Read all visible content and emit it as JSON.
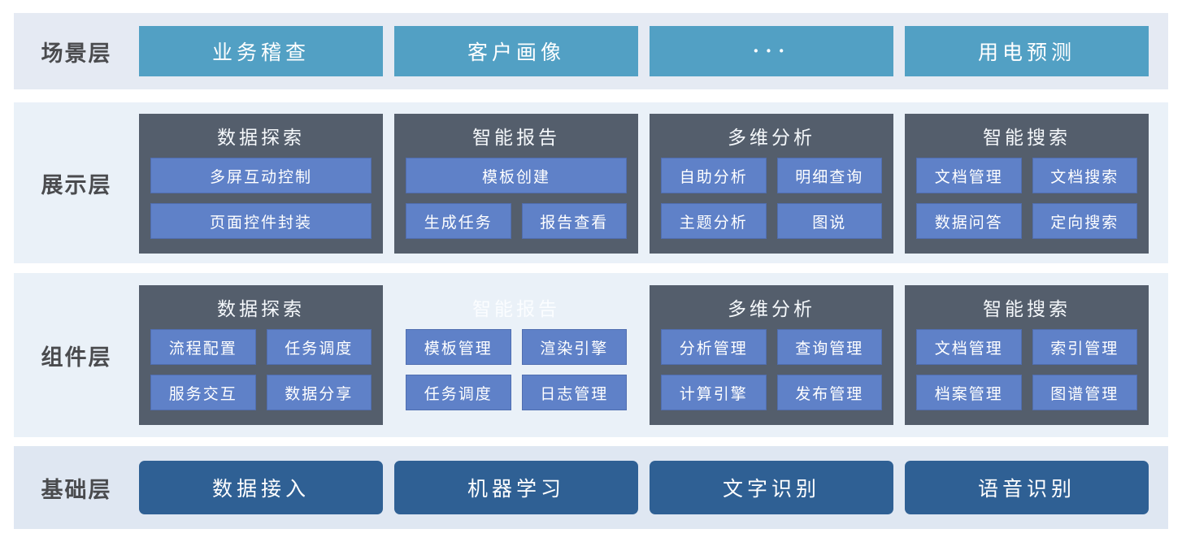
{
  "palette": {
    "band_scenario_bg": "#e5eaf3",
    "band_middle_bg": "#eaf1f8",
    "band_foundation_bg": "#dfe7f2",
    "scenario_box": "#52a0c4",
    "group_container": "#545e6c",
    "module_item": "#5f81c8",
    "foundation_box": "#2f6094",
    "layer_label_text": "#4a4b4e",
    "box_text": "#ffffff"
  },
  "layers": [
    {
      "name": "场景层",
      "boxes": [
        "业务稽查",
        "客户画像",
        "···",
        "用电预测"
      ]
    },
    {
      "name": "展示层",
      "groups": [
        {
          "title": "数据探索",
          "rows": [
            [
              "多屏互动控制"
            ],
            [
              "页面控件封装"
            ]
          ]
        },
        {
          "title": "智能报告",
          "rows": [
            [
              "模板创建"
            ],
            [
              "生成任务",
              "报告查看"
            ]
          ]
        },
        {
          "title": "多维分析",
          "rows": [
            [
              "自助分析",
              "明细查询"
            ],
            [
              "主题分析",
              "图说"
            ]
          ]
        },
        {
          "title": "智能搜索",
          "rows": [
            [
              "文档管理",
              "文档搜索"
            ],
            [
              "数据问答",
              "定向搜索"
            ]
          ]
        }
      ]
    },
    {
      "name": "组件层",
      "groups": [
        {
          "title": "数据探索",
          "rows": [
            [
              "流程配置",
              "任务调度"
            ],
            [
              "服务交互",
              "数据分享"
            ]
          ]
        },
        {
          "title": "智能报告",
          "rows": [
            [
              "模板管理",
              "渲染引擎"
            ],
            [
              "任务调度",
              "日志管理"
            ]
          ]
        },
        {
          "title": "多维分析",
          "rows": [
            [
              "分析管理",
              "查询管理"
            ],
            [
              "计算引擎",
              "发布管理"
            ]
          ]
        },
        {
          "title": "智能搜索",
          "rows": [
            [
              "文档管理",
              "索引管理"
            ],
            [
              "档案管理",
              "图谱管理"
            ]
          ]
        }
      ]
    },
    {
      "name": "基础层",
      "boxes": [
        "数据接入",
        "机器学习",
        "文字识别",
        "语音识别"
      ]
    }
  ]
}
